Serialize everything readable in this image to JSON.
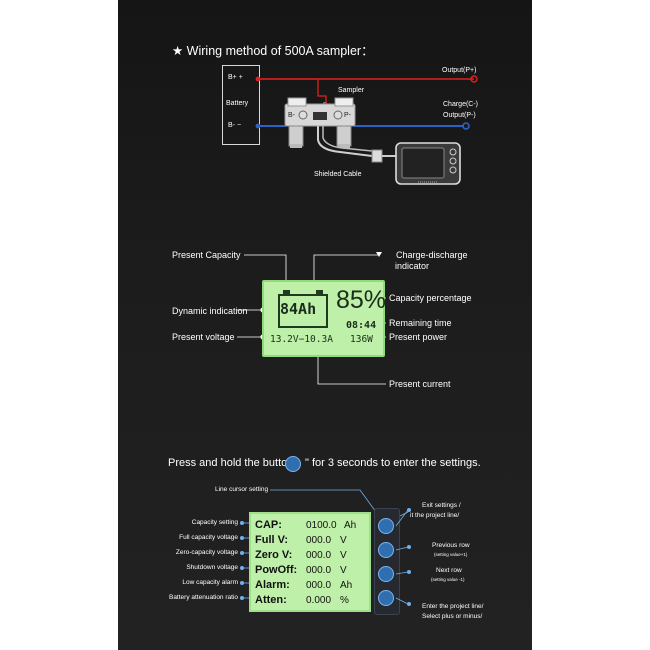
{
  "wiring": {
    "title": "★ Wiring method of 500A sampler：",
    "b_plus": "B+ +",
    "battery": "Battery",
    "b_minus": "B-  −",
    "sampler": "Sampler",
    "output_p_plus": "Output(P+)",
    "charge_c_minus": "Charge(C-)",
    "output_p_minus": "Output(P-)",
    "shielded_cable": "Shielded Cable",
    "bplus_small": "B+",
    "b_minus_terminal": "B-",
    "p_minus_terminal": "P-"
  },
  "display": {
    "capacity_ah": "84Ah",
    "percentage": "85%",
    "time": "08:44",
    "voltage_current": "13.2V−10.3A",
    "power": "136W",
    "labels": {
      "present_capacity": "Present Capacity",
      "charge_discharge": "Charge-discharge",
      "indicator": "indicator",
      "dynamic_indication": "Dynamic indication",
      "capacity_percentage": "Capacity percentage",
      "remaining_time": "Remaining time",
      "present_voltage": "Present voltage",
      "present_power": "Present power",
      "present_current": "Present current"
    }
  },
  "settings": {
    "instruction_pre": "Press and hold the button\"",
    "instruction_post": "\" for 3 seconds to enter the settings.",
    "line_cursor": "Line cursor setting",
    "rows": [
      {
        "side": "Capacity setting",
        "label": "CAP:",
        "value": "0100.0",
        "unit": "Ah"
      },
      {
        "side": "Full capacity voltage",
        "label": "Full V:",
        "value": "000.0",
        "unit": "V"
      },
      {
        "side": "Zero-capacity voltage",
        "label": "Zero V:",
        "value": "000.0",
        "unit": "V"
      },
      {
        "side": "Shutdown voltage",
        "label": "PowOff:",
        "value": "000.0",
        "unit": "V"
      },
      {
        "side": "Low capacity alarm",
        "label": "Alarm:",
        "value": "000.0",
        "unit": "Ah"
      },
      {
        "side": "Battery attenuation ratio",
        "label": "Atten:",
        "value": "0.000",
        "unit": "%"
      }
    ],
    "right": {
      "exit_1": "Exit settings /",
      "exit_2": "it the project line/",
      "prev": "Previous row",
      "prev_sub": "(setting value+1)",
      "next": "Next row",
      "next_sub": "(setting value -1)",
      "enter_1": "Enter the project line/",
      "enter_2": "Select plus or minus/"
    }
  }
}
